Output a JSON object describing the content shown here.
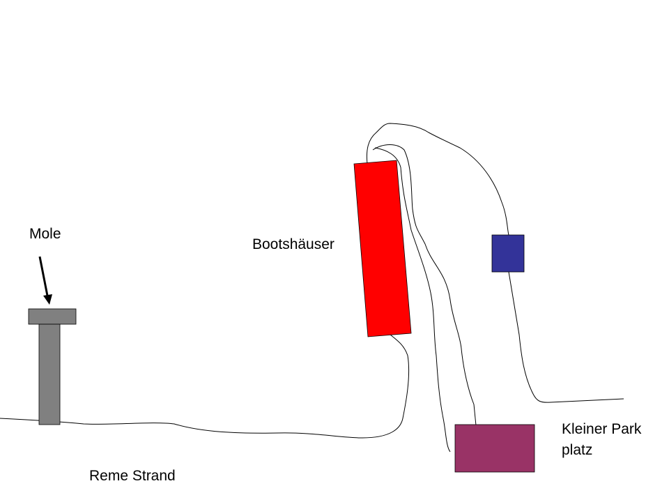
{
  "labels": {
    "mole": "Mole",
    "boathouses": "Bootshäuser",
    "parking_line1": "Kleiner Park",
    "parking_line2": "platz",
    "beach": "Reme Strand"
  },
  "colors": {
    "mole": "#808080",
    "boathouses": "#ff0000",
    "blue_building": "#333399",
    "parking": "#993366",
    "line": "#000000"
  }
}
